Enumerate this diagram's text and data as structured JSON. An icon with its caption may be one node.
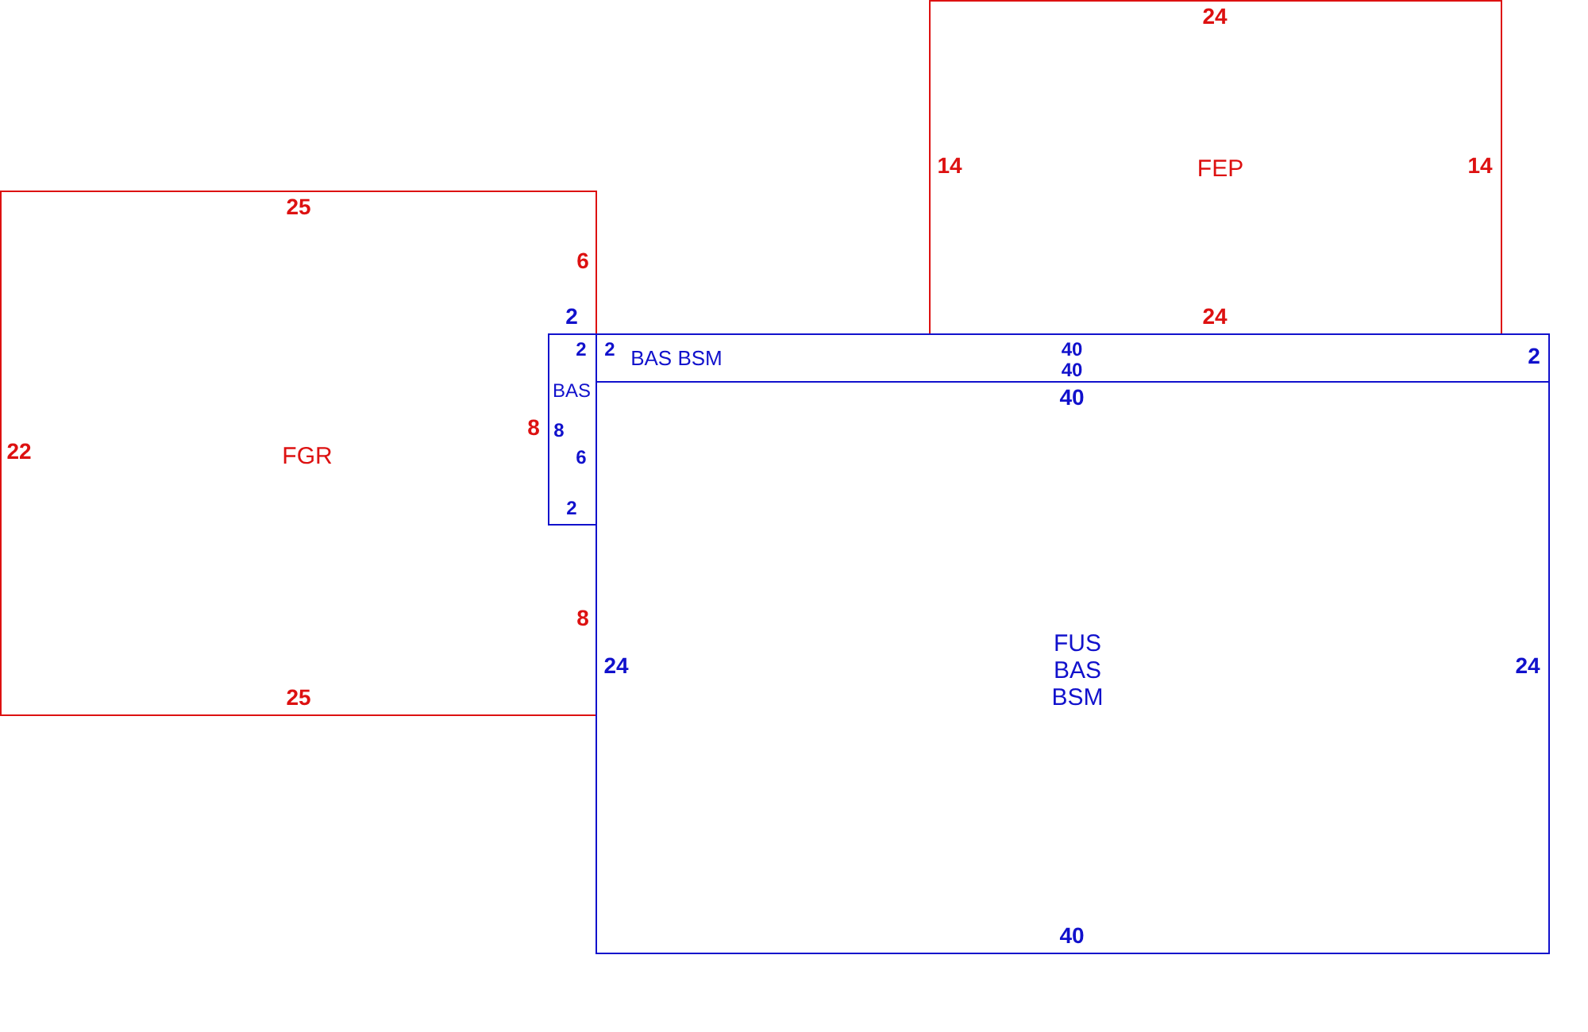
{
  "diagram": {
    "nodes": [
      {
        "text": [
          "FGR"
        ]
      },
      {
        "text": [
          "FEP"
        ]
      },
      {
        "text": [
          "BAS"
        ],
        "in": 0
      },
      {
        "text": [
          "BAS BSM"
        ]
      },
      {
        "text": [
          "FUS BAS BSM"
        ]
      }
    ],
    "labels": [
      "24",
      "14",
      "14",
      "25",
      "6",
      "2",
      "24",
      "2",
      "2",
      "40",
      "2",
      "40",
      "40",
      "8",
      "8",
      "22",
      "6",
      "2",
      "8",
      "24",
      "24",
      "25",
      "40"
    ]
  }
}
